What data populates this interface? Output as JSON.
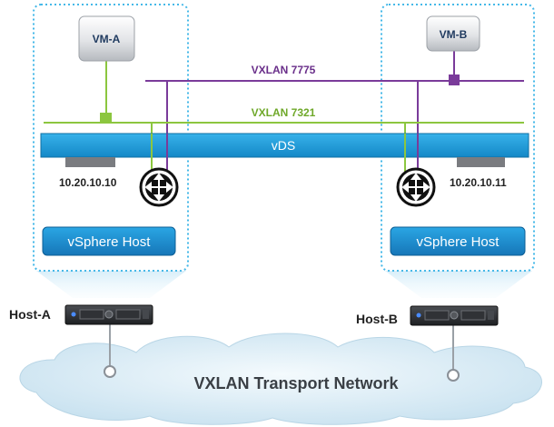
{
  "vms": {
    "a": "VM-A",
    "b": "VM-B"
  },
  "networks": {
    "vxlan_b": "VXLAN 7775",
    "vxlan_a": "VXLAN 7321"
  },
  "vds": "vDS",
  "hosts": {
    "a": {
      "ip": "10.20.10.10",
      "button": "vSphere Host",
      "name": "Host-A"
    },
    "b": {
      "ip": "10.20.10.11",
      "button": "vSphere Host",
      "name": "Host-B"
    }
  },
  "transport": "VXLAN Transport Network",
  "colors": {
    "green_line": "#8cc63f",
    "purple_line": "#7a3b9a",
    "vds_blue": "#1c9ad6",
    "host_button": "#1e8fd0",
    "dotted_border": "#45b8e8",
    "host_zone": "#eaf6fc"
  }
}
